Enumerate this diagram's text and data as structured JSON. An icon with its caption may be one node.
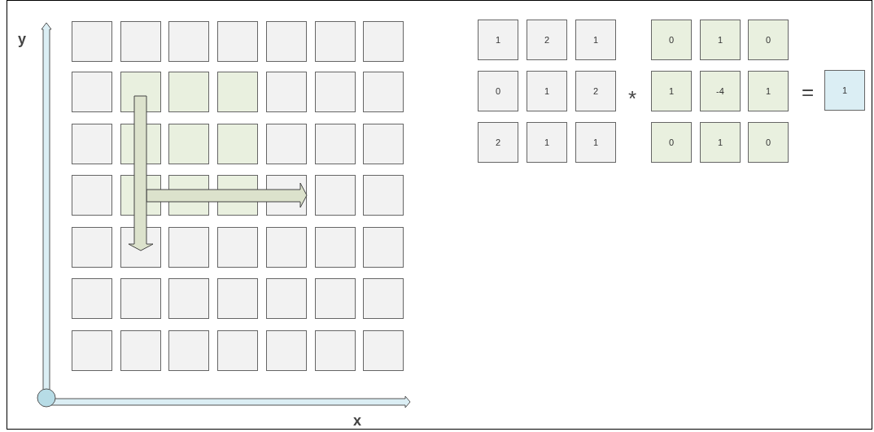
{
  "diagram": {
    "nodes": [
      {
        "text": [],
        "shape": "box"
      },
      {
        "text": [],
        "shape": "box"
      },
      {
        "text": [],
        "shape": "box"
      },
      {
        "text": [],
        "shape": "box"
      },
      {
        "text": [],
        "shape": "box"
      },
      {
        "text": [],
        "shape": "box"
      },
      {
        "text": [],
        "shape": "box"
      },
      {
        "text": [],
        "shape": "box"
      },
      {
        "text": [],
        "shape": "box"
      },
      {
        "text": [],
        "shape": "box"
      },
      {
        "text": [],
        "shape": "box"
      },
      {
        "text": [],
        "shape": "box"
      },
      {
        "text": [],
        "shape": "box"
      },
      {
        "text": [],
        "shape": "box"
      },
      {
        "text": [],
        "shape": "box"
      },
      {
        "text": [],
        "shape": "box"
      },
      {
        "text": [],
        "shape": "box"
      },
      {
        "text": [],
        "shape": "box"
      },
      {
        "text": [],
        "shape": "box"
      },
      {
        "text": [],
        "shape": "box"
      },
      {
        "text": [],
        "shape": "box"
      },
      {
        "text": [],
        "shape": "box"
      },
      {
        "text": [],
        "shape": "box"
      },
      {
        "text": [],
        "shape": "box"
      },
      {
        "text": [],
        "shape": "box"
      },
      {
        "text": [],
        "shape": "box"
      },
      {
        "text": [],
        "shape": "box"
      },
      {
        "text": [],
        "shape": "box"
      },
      {
        "text": [],
        "shape": "box"
      },
      {
        "text": [],
        "shape": "box"
      },
      {
        "text": [],
        "shape": "box"
      },
      {
        "text": [],
        "shape": "box"
      },
      {
        "text": [],
        "shape": "box"
      },
      {
        "text": [],
        "shape": "box"
      },
      {
        "text": [],
        "shape": "box"
      },
      {
        "text": [],
        "shape": "box"
      },
      {
        "text": [],
        "shape": "box"
      },
      {
        "text": [],
        "shape": "box"
      },
      {
        "text": [],
        "shape": "box"
      },
      {
        "text": [],
        "shape": "box"
      },
      {
        "text": [],
        "shape": "box"
      },
      {
        "text": [],
        "shape": "box"
      },
      {
        "text": [],
        "shape": "box"
      },
      {
        "text": [],
        "shape": "box"
      },
      {
        "text": [],
        "shape": "box"
      },
      {
        "text": [],
        "shape": "box"
      },
      {
        "text": [],
        "shape": "box"
      },
      {
        "text": [],
        "shape": "box"
      },
      {
        "text": [],
        "shape": "box"
      },
      {
        "text": [
          "1"
        ]
      },
      {
        "text": [
          "2"
        ]
      },
      {
        "text": [
          "1"
        ]
      },
      {
        "text": [
          "0"
        ]
      },
      {
        "text": [
          "1"
        ]
      },
      {
        "text": [
          "2"
        ]
      },
      {
        "text": [
          "2"
        ]
      },
      {
        "text": [
          "1"
        ]
      },
      {
        "text": [
          "1"
        ]
      },
      {
        "text": [
          "0"
        ]
      },
      {
        "text": [
          "1"
        ]
      },
      {
        "text": [
          "0"
        ]
      },
      {
        "text": [
          "1"
        ]
      },
      {
        "text": [
          "-4"
        ]
      },
      {
        "text": [
          "1"
        ]
      },
      {
        "text": [
          "0"
        ]
      },
      {
        "text": [
          "1"
        ]
      },
      {
        "text": [
          "0"
        ]
      },
      {
        "text": [
          "1"
        ]
      }
    ],
    "edges": [],
    "labels": [
      "y",
      "*",
      "=",
      "x"
    ]
  }
}
